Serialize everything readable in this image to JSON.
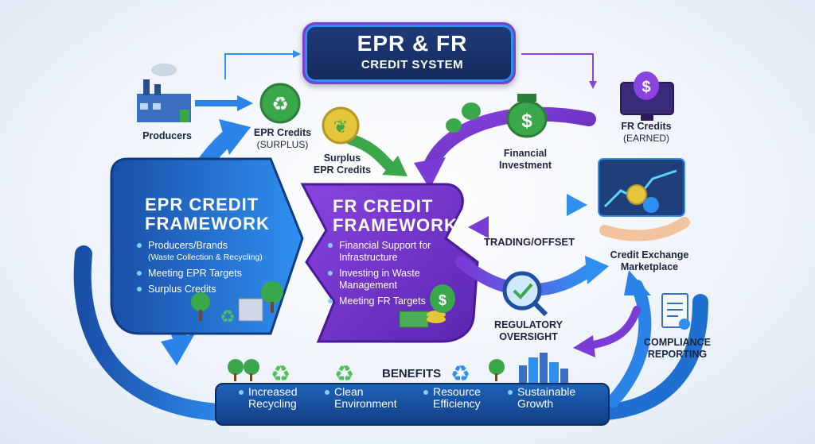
{
  "title": {
    "line1": "EPR & FR",
    "line2": "CREDIT SYSTEM"
  },
  "nodes": {
    "producers": "Producers",
    "epr_credits": "EPR Credits",
    "epr_credits_sub": "(SURPLUS)",
    "surplus_1": "Surplus",
    "surplus_2": "EPR Credits",
    "financial_1": "Financial",
    "financial_2": "Investment",
    "fr_credits": "FR Credits",
    "fr_credits_sub": "(EARNED)",
    "trading": "TRADING/OFFSET",
    "marketplace_1": "Credit Exchange",
    "marketplace_2": "Marketplace",
    "regulatory_1": "REGULATORY",
    "regulatory_2": "OVERSIGHT",
    "compliance_1": "COMPLIANCE",
    "compliance_2": "REPORTING"
  },
  "epr_framework": {
    "title_1": "EPR CREDIT",
    "title_2": "FRAMEWORK",
    "item_1": "Producers/Brands",
    "item_1_sub": "(Waste Collection & Recycling)",
    "item_2": "Meeting EPR Targets",
    "item_3": "Surplus Credits"
  },
  "fr_framework": {
    "title_1": "FR CREDIT",
    "title_2": "FRAMEWORK",
    "item_1a": "Financial Support for",
    "item_1b": "Infrastructure",
    "item_2a": "Investing in Waste",
    "item_2b": "Management",
    "item_3": "Meeting FR Targets"
  },
  "benefits": {
    "title": "BENEFITS",
    "b1a": "Increased",
    "b1b": "Recycling",
    "b2a": "Clean",
    "b2b": "Environment",
    "b3a": "Resource",
    "b3b": "Efficiency",
    "b4a": "Sustainable",
    "b4b": "Growth"
  },
  "icons": [
    "recycle-icon",
    "factory-icon",
    "leaf-icon",
    "money-bag-icon",
    "monitor-dollar-icon",
    "hand-coins-icon",
    "magnifier-check-icon",
    "document-icon",
    "tree-icon",
    "city-icon",
    "coins-icon"
  ],
  "colors": {
    "blue": "#1f6fd0",
    "purple": "#7a3bd6",
    "navy": "#152a5c",
    "green": "#3aa84a"
  }
}
